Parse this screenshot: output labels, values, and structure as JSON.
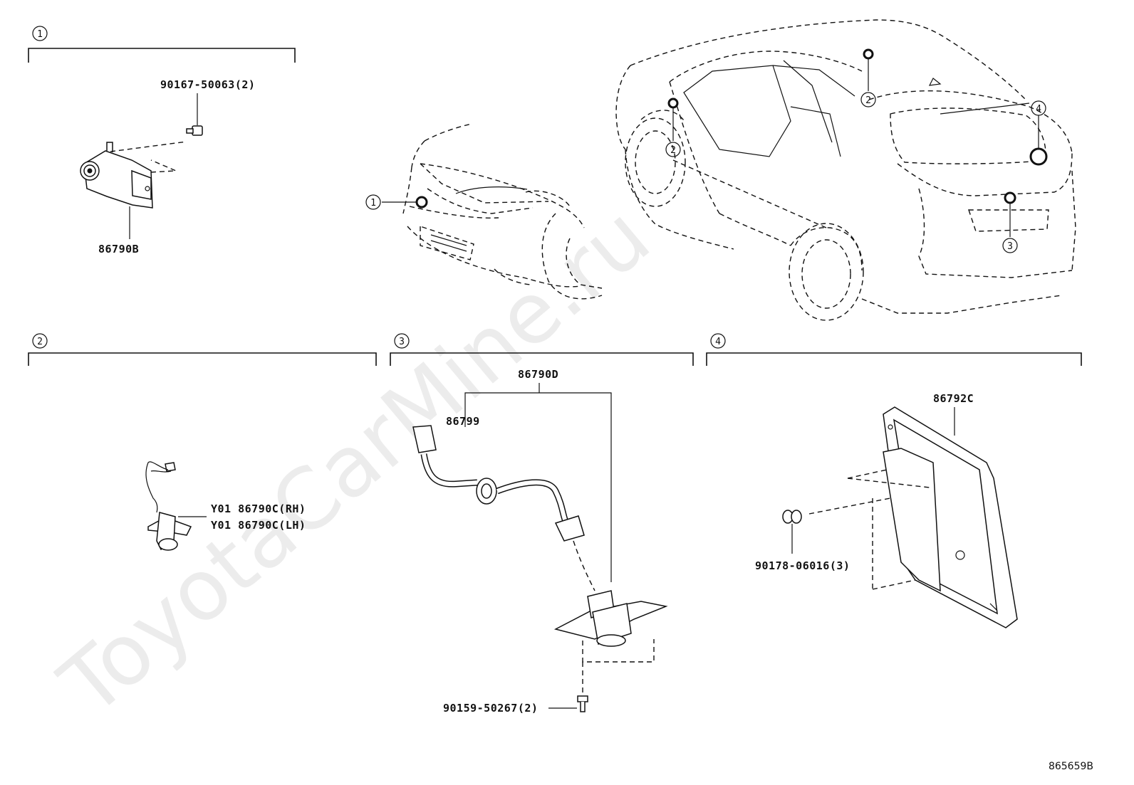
{
  "watermark": "ToyotaCarMine.ru",
  "diagram_id": "865659B",
  "sections": [
    {
      "id": "1",
      "marker": "1"
    },
    {
      "id": "2",
      "marker": "2"
    },
    {
      "id": "3",
      "marker": "3"
    },
    {
      "id": "4",
      "marker": "4"
    }
  ],
  "vehicle_callouts": [
    "1",
    "2",
    "2",
    "3",
    "4"
  ],
  "parts": {
    "s1_bolt": "90167-50063(2)",
    "s1_camera": "86790B",
    "s2_camera_rh": "Y01 86790C(RH)",
    "s2_camera_lh": "Y01 86790C(LH)",
    "s3_assembly": "86790D",
    "s3_harness": "86799",
    "s3_screw": "90159-50267(2)",
    "s4_ecu": "86792C",
    "s4_nut": "90178-06016(3)"
  }
}
